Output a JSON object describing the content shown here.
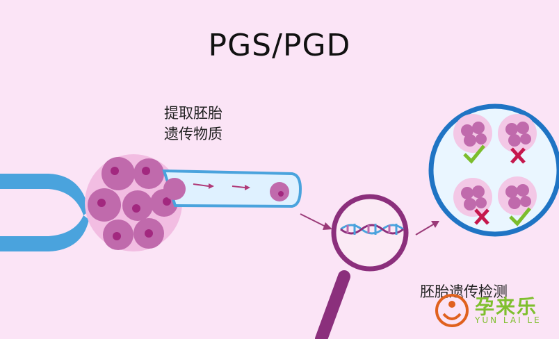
{
  "title": "PGS/PGD",
  "step1_label": [
    "提取胚胎",
    "遗传物质"
  ],
  "step2_label": "胚胎遗传检测",
  "logo": {
    "cn": "孕来乐",
    "en": "YUN LAI LE"
  },
  "embryo_results": [
    "pass",
    "fail",
    "fail",
    "pass"
  ],
  "colors": {
    "background": "#fbe4f6",
    "pipette": "#4aa3dd",
    "magnifier": "#8b2f7c",
    "dish": "#1f74c4",
    "check": "#7cbd2c",
    "cross": "#c5174c"
  }
}
